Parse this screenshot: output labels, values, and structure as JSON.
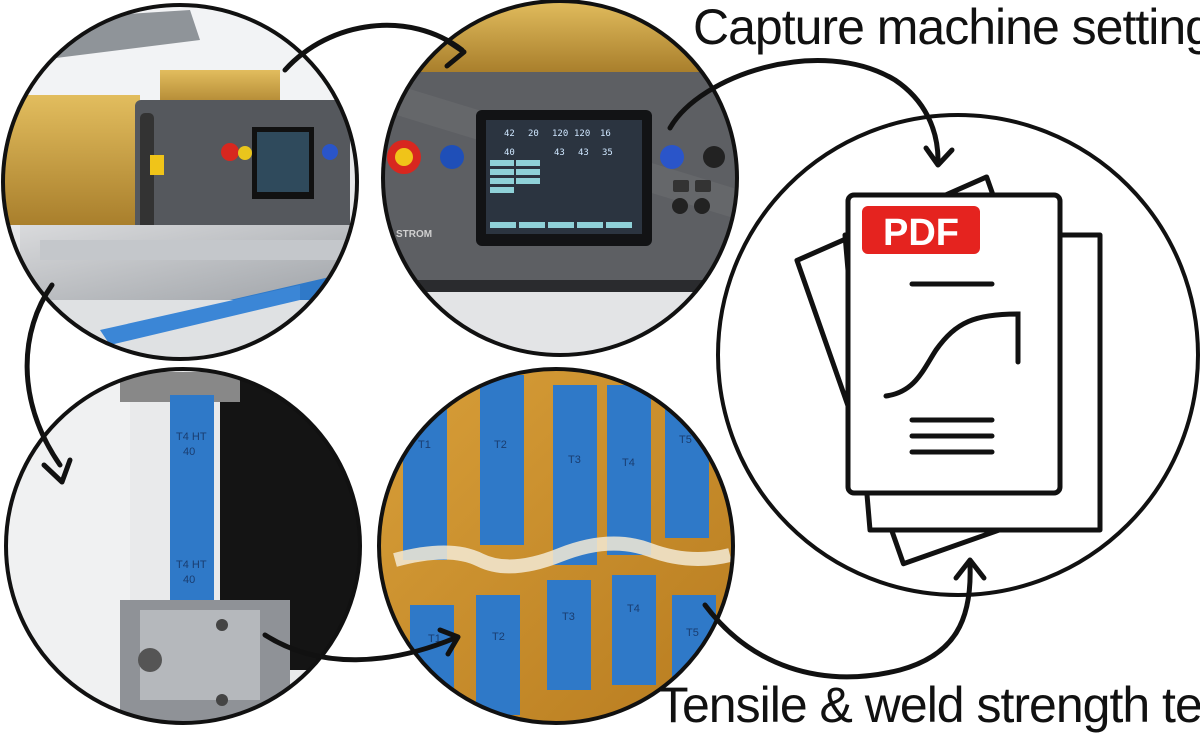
{
  "captions": {
    "top": "Capture machine settings",
    "bottom": "Tensile & weld strength test"
  },
  "pdf": {
    "badge": "PDF"
  },
  "screen": {
    "row1": [
      "42",
      "20",
      "120",
      "120",
      "16"
    ],
    "row2": [
      "40",
      "43",
      "43",
      "35"
    ],
    "brand": "STROM"
  },
  "strips": {
    "top_labels": [
      "T1",
      "T2",
      "T3",
      "T4",
      "T5"
    ],
    "bottom_labels": [
      "T1",
      "T2",
      "T3",
      "T4",
      "T5"
    ]
  },
  "tensile": {
    "labels": [
      "T4 HT",
      "40",
      "T4 HT",
      "40"
    ]
  },
  "colors": {
    "outline": "#111111",
    "machine_gold": "#c9a24a",
    "panel_gray": "#5d5f63",
    "strip_blue": "#2f79c8",
    "table_wood": "#c98f2a",
    "pdf_red": "#e5231f",
    "screen_bg": "#2b3440"
  }
}
